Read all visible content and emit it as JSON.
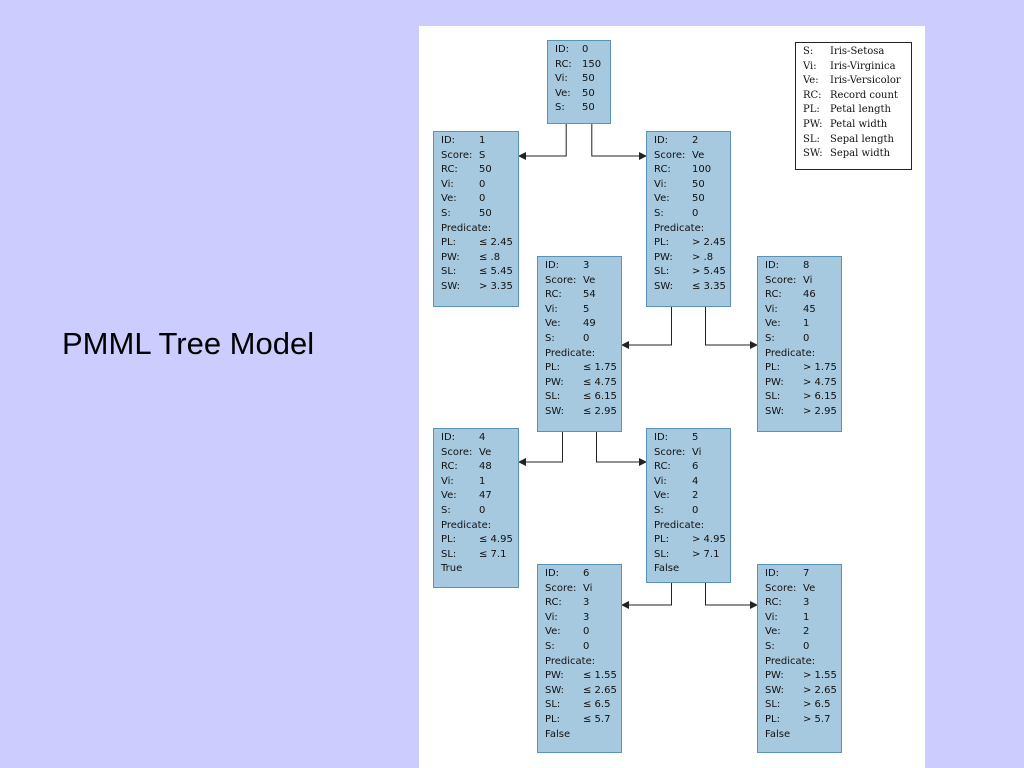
{
  "slide": {
    "title": "PMML Tree Model"
  },
  "colors": {
    "background": "#ccccff",
    "panel": "#ffffff",
    "node_fill": "#a7c9df",
    "node_border": "#5a93b8"
  },
  "legend": [
    {
      "abbr": "S:",
      "meaning": "Iris-Setosa"
    },
    {
      "abbr": "Vi:",
      "meaning": "Iris-Virginica"
    },
    {
      "abbr": "Ve:",
      "meaning": "Iris-Versicolor"
    },
    {
      "abbr": "RC:",
      "meaning": "Record count"
    },
    {
      "abbr": "PL:",
      "meaning": "Petal length"
    },
    {
      "abbr": "PW:",
      "meaning": "Petal width"
    },
    {
      "abbr": "SL:",
      "meaning": "Sepal length"
    },
    {
      "abbr": "SW:",
      "meaning": "Sepal width"
    }
  ],
  "nodes": [
    {
      "id": "0",
      "lines": [
        [
          "ID:",
          "0"
        ],
        [
          "RC:",
          "150"
        ],
        [
          "Vi:",
          "50"
        ],
        [
          "Ve:",
          "50"
        ],
        [
          "S:",
          "50"
        ]
      ]
    },
    {
      "id": "1",
      "lines": [
        [
          "ID:",
          "1"
        ],
        [
          "Score:",
          "S"
        ],
        [
          "RC:",
          "50"
        ],
        [
          "Vi:",
          "0"
        ],
        [
          "Ve:",
          "0"
        ],
        [
          "S:",
          "50"
        ],
        [
          "Predicate:",
          ""
        ],
        [
          "PL:",
          "≤ 2.45"
        ],
        [
          "PW:",
          "≤ .8"
        ],
        [
          "SL:",
          "≤ 5.45"
        ],
        [
          "SW:",
          "> 3.35"
        ]
      ]
    },
    {
      "id": "2",
      "lines": [
        [
          "ID:",
          "2"
        ],
        [
          "Score:",
          "Ve"
        ],
        [
          "RC:",
          "100"
        ],
        [
          "Vi:",
          "50"
        ],
        [
          "Ve:",
          "50"
        ],
        [
          "S:",
          "0"
        ],
        [
          "Predicate:",
          ""
        ],
        [
          "PL:",
          "> 2.45"
        ],
        [
          "PW:",
          "> .8"
        ],
        [
          "SL:",
          "> 5.45"
        ],
        [
          "SW:",
          "≤ 3.35"
        ]
      ]
    },
    {
      "id": "3",
      "lines": [
        [
          "ID:",
          "3"
        ],
        [
          "Score:",
          "Ve"
        ],
        [
          "RC:",
          "54"
        ],
        [
          "Vi:",
          "5"
        ],
        [
          "Ve:",
          "49"
        ],
        [
          "S:",
          "0"
        ],
        [
          "Predicate:",
          ""
        ],
        [
          "PL:",
          "≤ 1.75"
        ],
        [
          "PW:",
          "≤ 4.75"
        ],
        [
          "SL:",
          "≤ 6.15"
        ],
        [
          "SW:",
          "≤ 2.95"
        ]
      ]
    },
    {
      "id": "8",
      "lines": [
        [
          "ID:",
          "8"
        ],
        [
          "Score:",
          "Vi"
        ],
        [
          "RC:",
          "46"
        ],
        [
          "Vi:",
          "45"
        ],
        [
          "Ve:",
          "1"
        ],
        [
          "S:",
          "0"
        ],
        [
          "Predicate:",
          ""
        ],
        [
          "PL:",
          "> 1.75"
        ],
        [
          "PW:",
          "> 4.75"
        ],
        [
          "SL:",
          "> 6.15"
        ],
        [
          "SW:",
          "> 2.95"
        ]
      ]
    },
    {
      "id": "4",
      "lines": [
        [
          "ID:",
          "4"
        ],
        [
          "Score:",
          "Ve"
        ],
        [
          "RC:",
          "48"
        ],
        [
          "Vi:",
          "1"
        ],
        [
          "Ve:",
          "47"
        ],
        [
          "S:",
          "0"
        ],
        [
          "Predicate:",
          ""
        ],
        [
          "PL:",
          "≤ 4.95"
        ],
        [
          "SL:",
          "≤ 7.1"
        ],
        [
          "True",
          ""
        ]
      ]
    },
    {
      "id": "5",
      "lines": [
        [
          "ID:",
          "5"
        ],
        [
          "Score:",
          "Vi"
        ],
        [
          "RC:",
          "6"
        ],
        [
          "Vi:",
          "4"
        ],
        [
          "Ve:",
          "2"
        ],
        [
          "S:",
          "0"
        ],
        [
          "Predicate:",
          ""
        ],
        [
          "PL:",
          "> 4.95"
        ],
        [
          "SL:",
          "> 7.1"
        ],
        [
          "False",
          ""
        ]
      ]
    },
    {
      "id": "6",
      "lines": [
        [
          "ID:",
          "6"
        ],
        [
          "Score:",
          "Vi"
        ],
        [
          "RC:",
          "3"
        ],
        [
          "Vi:",
          "3"
        ],
        [
          "Ve:",
          "0"
        ],
        [
          "S:",
          "0"
        ],
        [
          "Predicate:",
          ""
        ],
        [
          "PW:",
          "≤ 1.55"
        ],
        [
          "SW:",
          "≤ 2.65"
        ],
        [
          "SL:",
          "≤ 6.5"
        ],
        [
          "PL:",
          "≤ 5.7"
        ],
        [
          "False",
          ""
        ]
      ]
    },
    {
      "id": "7",
      "lines": [
        [
          "ID:",
          "7"
        ],
        [
          "Score:",
          "Ve"
        ],
        [
          "RC:",
          "3"
        ],
        [
          "Vi:",
          "1"
        ],
        [
          "Ve:",
          "2"
        ],
        [
          "S:",
          "0"
        ],
        [
          "Predicate:",
          ""
        ],
        [
          "PW:",
          "> 1.55"
        ],
        [
          "SW:",
          "> 2.65"
        ],
        [
          "SL:",
          "> 6.5"
        ],
        [
          "PL:",
          "> 5.7"
        ],
        [
          "False",
          ""
        ]
      ]
    }
  ],
  "edges": [
    {
      "from": "0",
      "to": "1"
    },
    {
      "from": "0",
      "to": "2"
    },
    {
      "from": "2",
      "to": "3"
    },
    {
      "from": "2",
      "to": "8"
    },
    {
      "from": "3",
      "to": "4"
    },
    {
      "from": "3",
      "to": "5"
    },
    {
      "from": "5",
      "to": "6"
    },
    {
      "from": "5",
      "to": "7"
    }
  ]
}
